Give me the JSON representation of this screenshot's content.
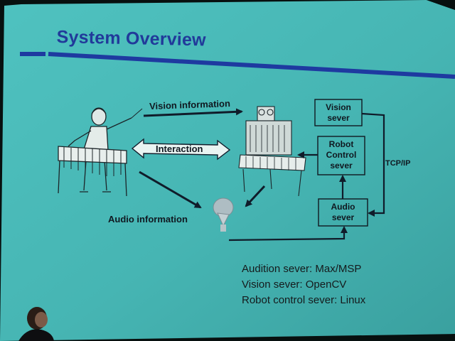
{
  "slide": {
    "title": "System Overview",
    "accent_color": "#213a9a",
    "background_color": "#48b6b4"
  },
  "diagram": {
    "labels": {
      "vision_information": "Vision information",
      "interaction": "Interaction",
      "audio_information": "Audio information",
      "tcp_ip": "TCP/IP"
    },
    "servers": {
      "vision": [
        "Vision",
        "sever"
      ],
      "robot_control": [
        "Robot",
        "Control",
        "sever"
      ],
      "audio": [
        "Audio",
        "sever"
      ]
    },
    "icons": [
      "conductor-marimba-illustration",
      "robot-marimba-illustration",
      "microphone-icon"
    ]
  },
  "notes": [
    "Audition sever: Max/MSP",
    "Vision sever: OpenCV",
    "Robot control sever: Linux"
  ]
}
